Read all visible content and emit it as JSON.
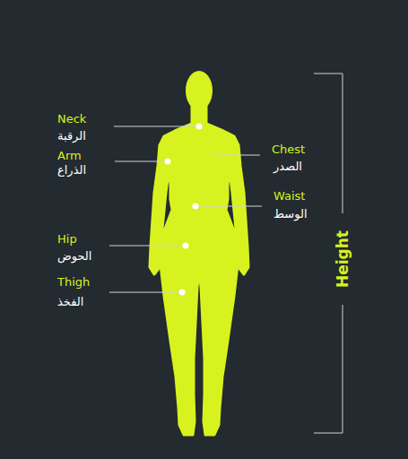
{
  "diagram": {
    "labels": [
      "Neck",
      "الرقبة",
      "Arm",
      "الذراع",
      "Chest",
      "الصدر",
      "Waist",
      "الوسط",
      "Hip",
      "الحوض",
      "Thigh",
      "الفخذ",
      "Height"
    ]
  }
}
